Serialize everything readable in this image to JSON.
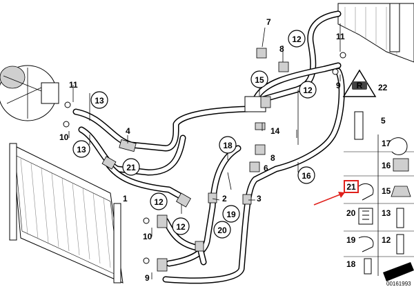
{
  "diagram": {
    "callouts_circled": [
      "13",
      "13",
      "21",
      "12",
      "12",
      "12",
      "15",
      "18",
      "12",
      "16",
      "19",
      "20"
    ],
    "callouts_plain": [
      "11",
      "10",
      "4",
      "1",
      "10",
      "9",
      "7",
      "8",
      "14",
      "8",
      "6",
      "2",
      "3",
      "11",
      "9",
      "22",
      "5"
    ],
    "side_panel": {
      "items": [
        "17",
        "16",
        "21",
        "15",
        "20",
        "13",
        "19",
        "12",
        "18"
      ],
      "highlight": "21"
    },
    "warning_symbol": "warning-triangle-icon",
    "image_number": "00161993",
    "highlight_color": "#e0201b"
  }
}
